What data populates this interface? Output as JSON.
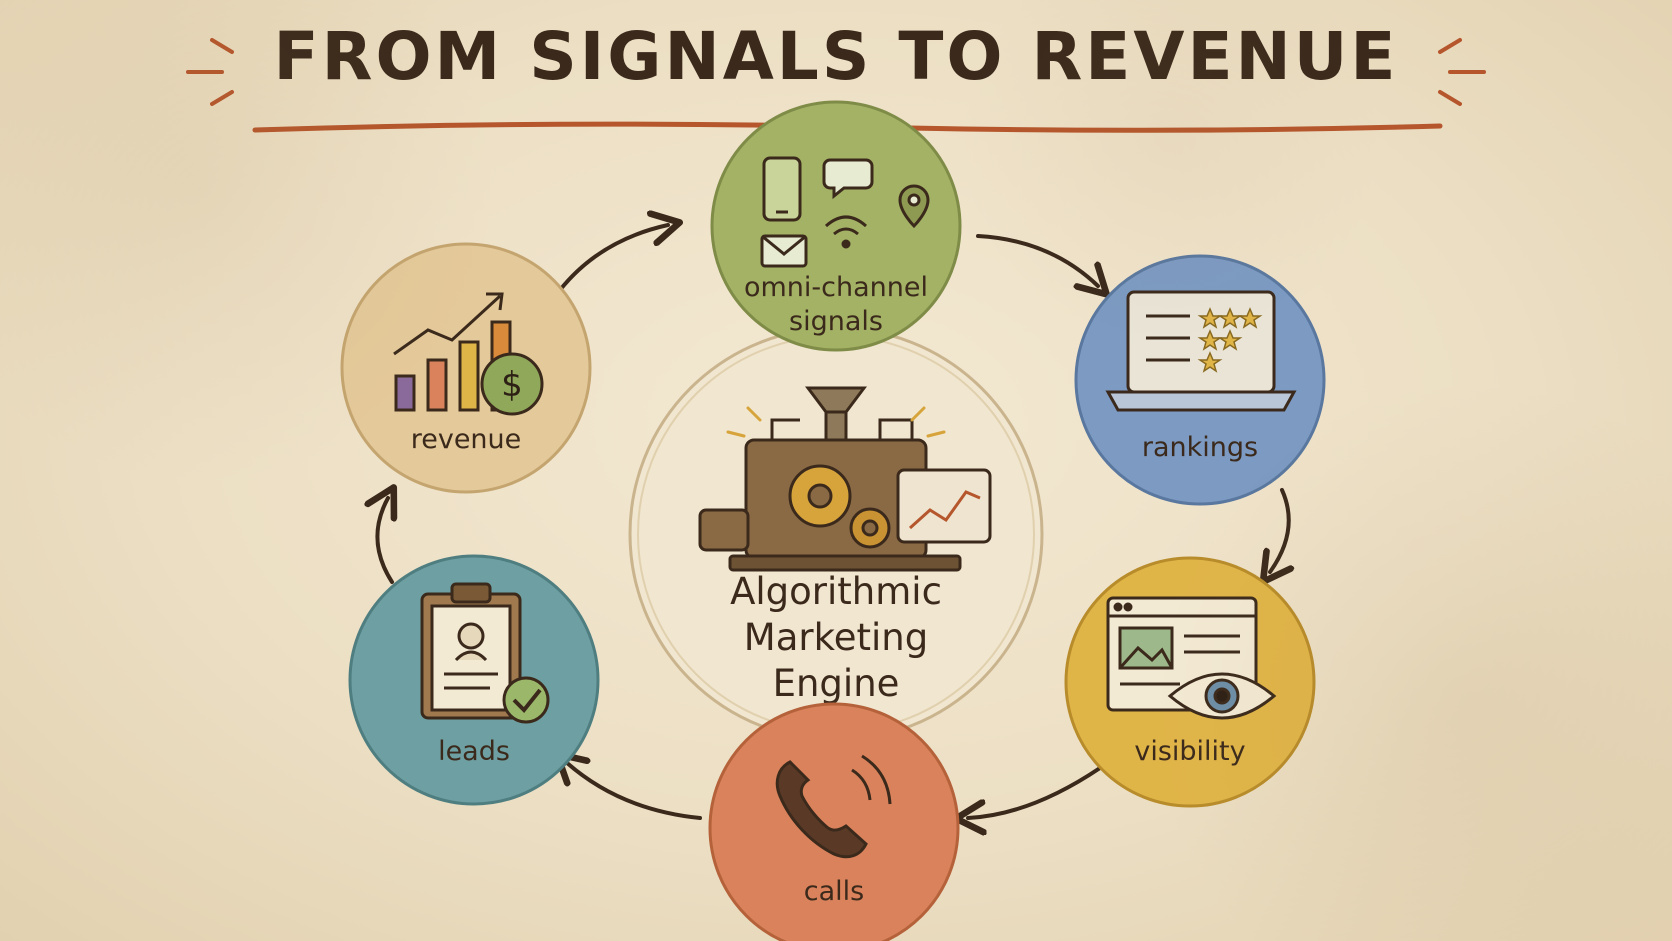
{
  "title": "FROM SIGNALS TO REVENUE",
  "center": {
    "lines": [
      "Algorithmic",
      "Marketing",
      "Engine"
    ]
  },
  "nodes": [
    {
      "key": "signals",
      "label_lines": [
        "omni-channel",
        "signals"
      ],
      "icon": "devices-icon",
      "color": "#a3b265"
    },
    {
      "key": "rankings",
      "label_lines": [
        "rankings"
      ],
      "icon": "laptop-stars-icon",
      "color": "#7c9ac2"
    },
    {
      "key": "visibility",
      "label_lines": [
        "visibility"
      ],
      "icon": "eye-webpage-icon",
      "color": "#e0b548"
    },
    {
      "key": "calls",
      "label_lines": [
        "calls"
      ],
      "icon": "phone-icon",
      "color": "#d9825b"
    },
    {
      "key": "leads",
      "label_lines": [
        "leads"
      ],
      "icon": "clipboard-check-icon",
      "color": "#6e9fa2"
    },
    {
      "key": "revenue",
      "label_lines": [
        "revenue"
      ],
      "icon": "chart-dollar-icon",
      "color": "#e4c99a"
    }
  ],
  "colors": {
    "ink": "#3b2a1c",
    "accent": "#b5562c",
    "center_fill": "#f1e6cf"
  }
}
